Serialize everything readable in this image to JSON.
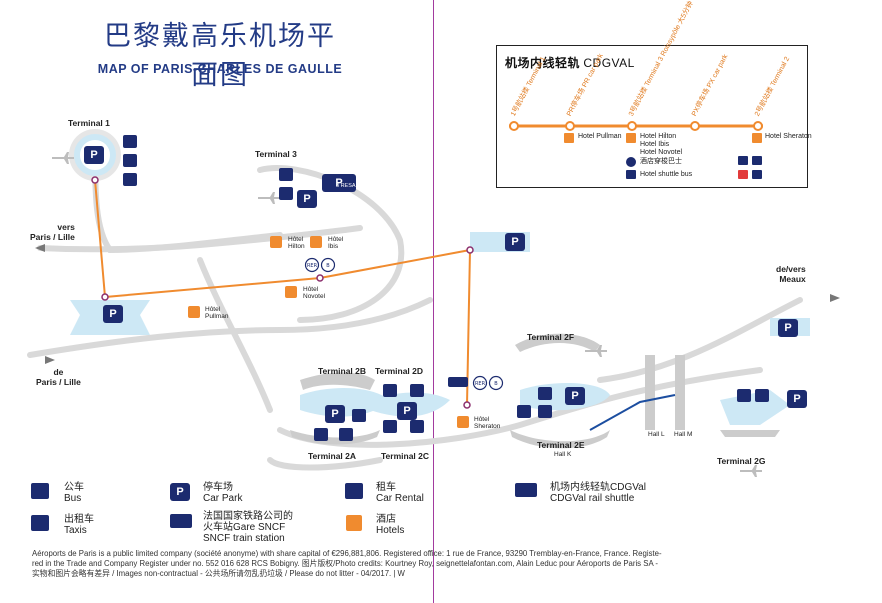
{
  "header": {
    "title_cn": "巴黎戴高乐机场平面图",
    "title_en": "MAP OF PARIS-CHARLES DE GAULLE"
  },
  "cdgval": {
    "title_cn": "机场内线轻轨",
    "title_en": "CDGVAL",
    "stops": [
      {
        "cn": "1号航站楼",
        "en": "Terminal 1"
      },
      {
        "cn": "PR停车场",
        "en": "PR car park"
      },
      {
        "cn": "3号航站楼",
        "en": "Terminal 3 Roissypôle",
        "extra": "大5分钟 - 5 min"
      },
      {
        "cn": "PX停车场",
        "en": "PX car park"
      },
      {
        "cn": "2号航站楼",
        "en": "Terminal 2"
      }
    ],
    "hotels": [
      {
        "name": "Hotel Pullman"
      },
      {
        "name": "Hotel Hilton\nHotel Ibis\nHotel Novotel"
      },
      {
        "name": "Hotel Sheraton"
      }
    ],
    "notes": [
      "酒店穿梭巴士",
      "Hotel shuttle bus"
    ]
  },
  "map_labels": {
    "terminal1": "Terminal 1",
    "terminal3": "Terminal 3",
    "terminal2b": "Terminal 2B",
    "terminal2d": "Terminal 2D",
    "terminal2a": "Terminal 2A",
    "terminal2c": "Terminal 2C",
    "terminal2e": "Terminal 2E",
    "terminal2f": "Terminal 2F",
    "terminal2g": "Terminal 2G",
    "hallk": "Hall K",
    "halll": "Hall L",
    "hallm": "Hall M",
    "vers_paris": "vers\nParis / Lille",
    "de_paris": "de\nParis / Lille",
    "meaux": "de/vers\nMeaux",
    "resa": "3 RESA",
    "hotel_hilton": "Hôtel\nHilton",
    "hotel_ibis": "Hôtel\nIbis",
    "hotel_novotel": "Hôtel\nNovotel",
    "hotel_pullman": "Hôtel\nPullman",
    "hotel_sheraton": "Hôtel\nSheraton",
    "pr": "P",
    "px": "P",
    "pw": "P",
    "pg": "P",
    "pab": "P",
    "pcd": "P",
    "pef": "P"
  },
  "legend": [
    {
      "cn": "公车",
      "en": "Bus",
      "icon": "bus-icon"
    },
    {
      "cn": "停车场",
      "en": "Car Park",
      "icon": "parking-icon"
    },
    {
      "cn": "租车",
      "en": "Car Rental",
      "icon": "car-rental-icon"
    },
    {
      "cn": "机场内线轻轨CDGVal",
      "en": "CDGVal rail shuttle",
      "icon": "rail-shuttle-icon"
    },
    {
      "cn": "出租车",
      "en": "Taxis",
      "icon": "taxi-icon"
    },
    {
      "cn": "法国国家铁路公司的\n火车站Gare SNCF",
      "en": "SNCF train station",
      "icon": "train-icon"
    },
    {
      "cn": "酒店",
      "en": "Hotels",
      "icon": "hotel-icon"
    }
  ],
  "footer": {
    "line1": "Aéroports de Paris is a public limited company (société anonyme) with share capital of €296,881,806. Registered office: 1 rue de France, 93290 Tremblay-en-France, France. Registe-",
    "line2": "red in the Trade and Company Register under no. 552 016 628 RCS Bobigny. 图片版权/Photo credits: Kourtney Roy, seignettelafontan.com, Alain Leduc pour Aéroports de Paris SA -",
    "line3": "实物和图片会略有差异 / Images non-contractual - 公共场所请勿乱扔垃圾 / Please do not litter - 04/2017. | W"
  },
  "colors": {
    "navy": "#1c2b6f",
    "orange": "#f08b2f",
    "lightblue": "#cde8f5",
    "road": "#d8d8d8"
  }
}
